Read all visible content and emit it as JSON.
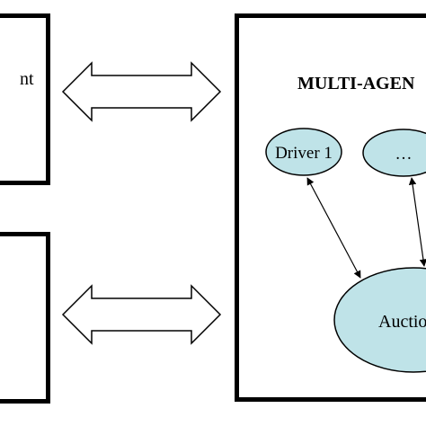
{
  "left_panel_top": {
    "label_fragment": "nt"
  },
  "multi_agent_panel": {
    "title": "MULTI-AGEN",
    "nodes": {
      "driver_1": "Driver 1",
      "ellipsis": "…",
      "auction": "Auctio"
    }
  },
  "colors": {
    "ellipse_fill": "#bfe3e8",
    "stroke": "#000000"
  }
}
